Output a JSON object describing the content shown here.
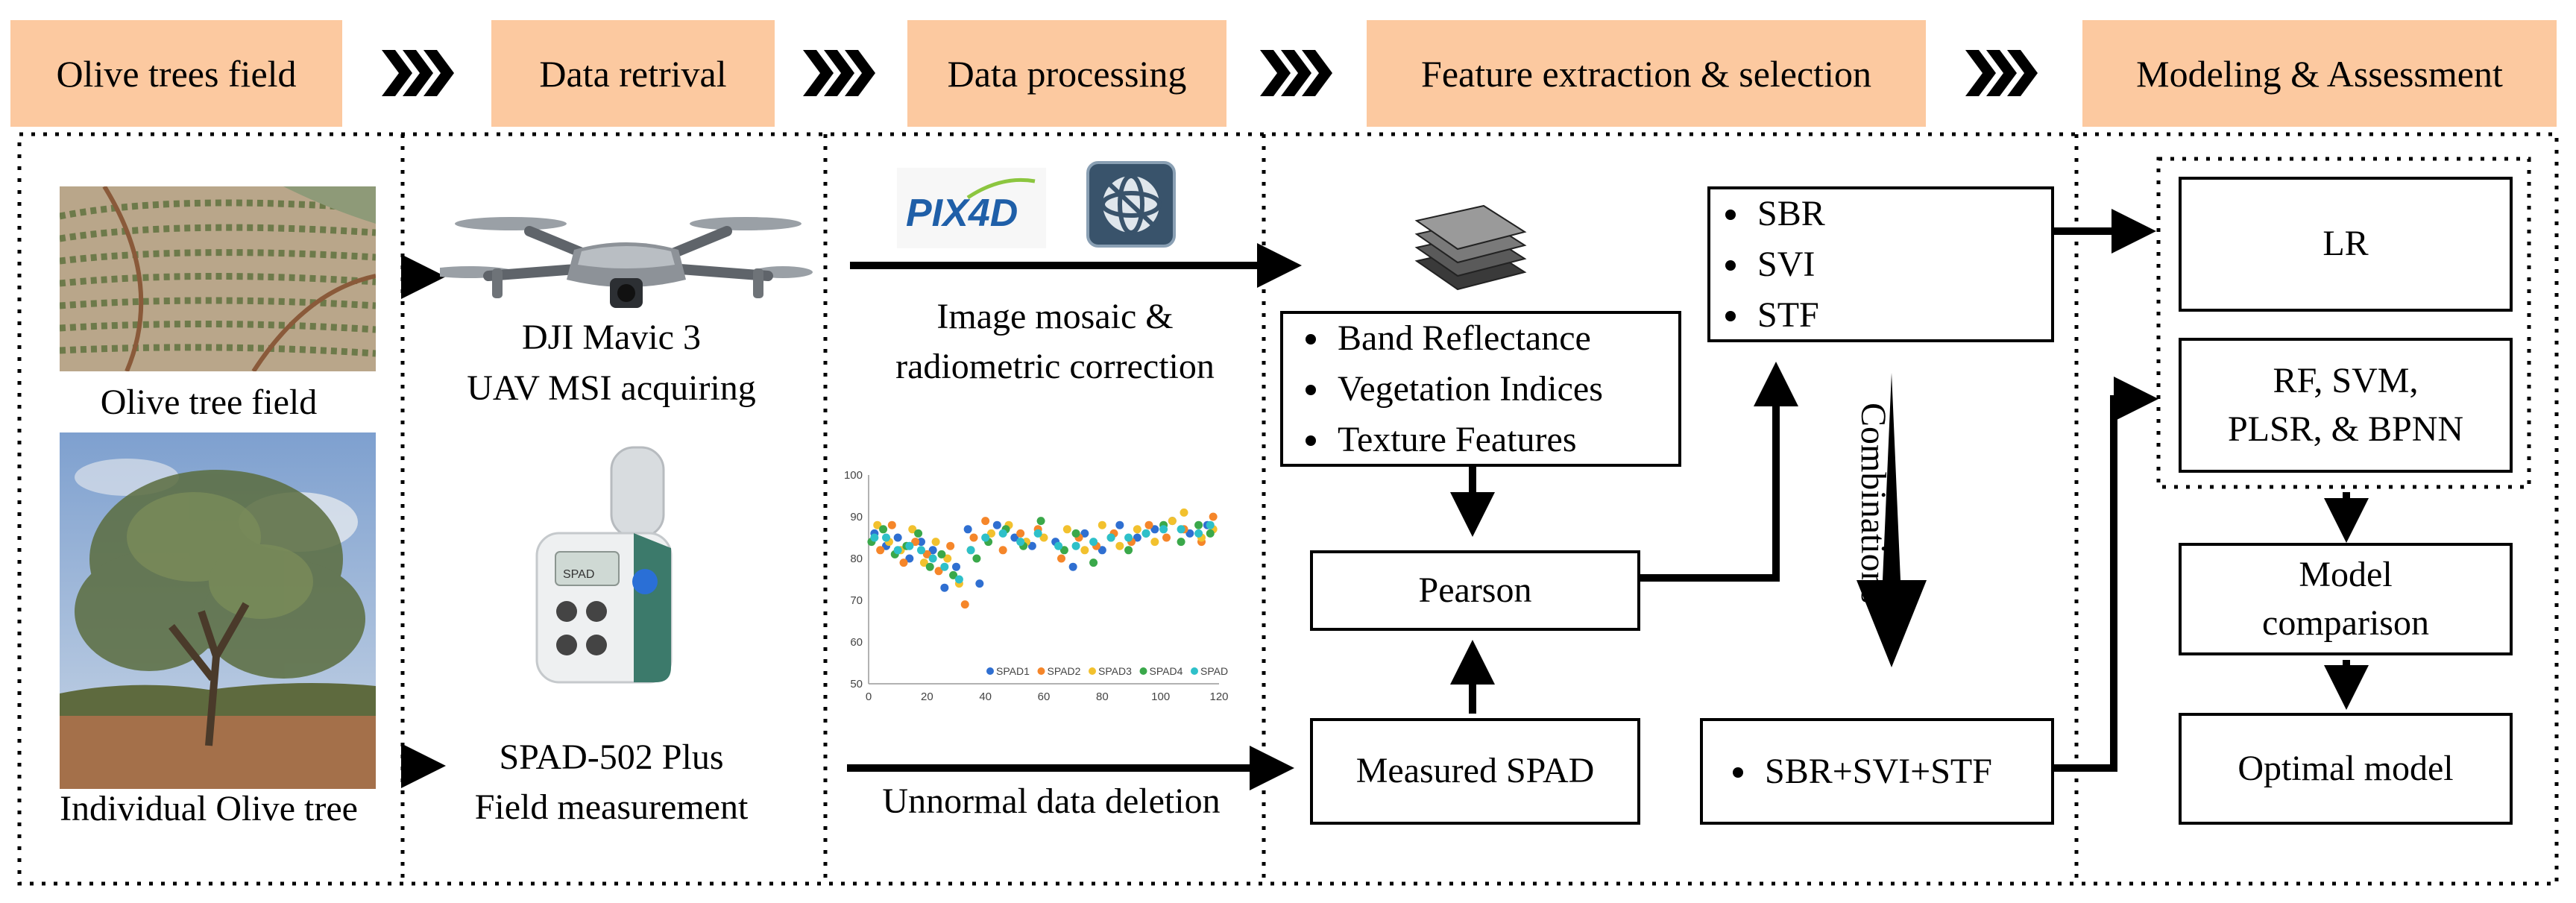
{
  "stages": [
    "Olive trees field",
    "Data retrival",
    "Data processing",
    "Feature extraction & selection",
    "Modeling & Assessment"
  ],
  "field": {
    "aerial_caption": "Olive tree field",
    "tree_caption": "Individual Olive tree"
  },
  "retrieval": {
    "uav_caption_line1": "DJI Mavic 3",
    "uav_caption_line2": "UAV MSI acquiring",
    "spad_caption_line1": "SPAD-502 Plus",
    "spad_caption_line2": "Field measurement",
    "meter_display": "SPAD"
  },
  "processing": {
    "pix4d_logo": "PIX4D",
    "mosaic_line1": "Image mosaic &",
    "mosaic_line2": "radiometric correction",
    "deletion_label": "Unnormal data deletion"
  },
  "features": {
    "feature_list": [
      "Band Reflectance",
      "Vegetation Indices",
      "Texture Features"
    ],
    "selected_list": [
      "SBR",
      "SVI",
      "STF"
    ],
    "pearson": "Pearson",
    "measured_spad": "Measured SPAD",
    "combinations": "Combinations",
    "combined": "SBR+SVI+STF"
  },
  "modeling": {
    "lr": "LR",
    "ml_line1": "RF, SVM,",
    "ml_line2": "PLSR, & BPNN",
    "comparison_line1": "Model",
    "comparison_line2": "comparison",
    "optimal": "Optimal model"
  },
  "colors": {
    "stage_fill": "#fcc9a0",
    "spad_series": [
      "#2f6fd1",
      "#f5862a",
      "#f2c12e",
      "#3aa84a",
      "#2ec0c9"
    ]
  },
  "chart_data": {
    "type": "scatter",
    "x_ticks": [
      "0",
      "20",
      "40",
      "60",
      "80",
      "100",
      "120"
    ],
    "y_ticks": [
      "50",
      "60",
      "70",
      "80",
      "90",
      "100"
    ],
    "xlim": [
      0,
      120
    ],
    "ylim": [
      50,
      100
    ],
    "legend_position": "bottom-right",
    "legend": [
      "SPAD1",
      "SPAD2",
      "SPAD3",
      "SPAD4",
      "SPAD"
    ],
    "series": [
      {
        "name": "SPAD1",
        "values": [
          [
            2,
            86
          ],
          [
            6,
            83
          ],
          [
            10,
            85
          ],
          [
            14,
            80
          ],
          [
            18,
            84
          ],
          [
            22,
            82
          ],
          [
            26,
            73
          ],
          [
            30,
            78
          ],
          [
            34,
            87
          ],
          [
            38,
            74
          ],
          [
            44,
            88
          ],
          [
            50,
            85
          ],
          [
            56,
            83
          ],
          [
            64,
            84
          ],
          [
            70,
            78
          ],
          [
            74,
            86
          ],
          [
            80,
            82
          ],
          [
            86,
            88
          ],
          [
            92,
            85
          ],
          [
            98,
            87
          ],
          [
            104,
            89
          ],
          [
            110,
            86
          ],
          [
            116,
            88
          ]
        ]
      },
      {
        "name": "SPAD2",
        "values": [
          [
            4,
            82
          ],
          [
            8,
            88
          ],
          [
            12,
            79
          ],
          [
            16,
            84
          ],
          [
            20,
            81
          ],
          [
            24,
            77
          ],
          [
            28,
            83
          ],
          [
            33,
            69
          ],
          [
            36,
            85
          ],
          [
            40,
            89
          ],
          [
            46,
            82
          ],
          [
            52,
            86
          ],
          [
            58,
            87
          ],
          [
            66,
            80
          ],
          [
            72,
            85
          ],
          [
            78,
            83
          ],
          [
            84,
            86
          ],
          [
            90,
            84
          ],
          [
            96,
            88
          ],
          [
            102,
            85
          ],
          [
            108,
            87
          ],
          [
            114,
            84
          ],
          [
            118,
            90
          ]
        ]
      },
      {
        "name": "SPAD3",
        "values": [
          [
            3,
            88
          ],
          [
            7,
            84
          ],
          [
            11,
            82
          ],
          [
            15,
            87
          ],
          [
            19,
            79
          ],
          [
            23,
            84
          ],
          [
            27,
            80
          ],
          [
            31,
            74
          ],
          [
            35,
            82
          ],
          [
            42,
            86
          ],
          [
            48,
            88
          ],
          [
            54,
            84
          ],
          [
            60,
            85
          ],
          [
            68,
            87
          ],
          [
            74,
            82
          ],
          [
            80,
            88
          ],
          [
            86,
            83
          ],
          [
            92,
            87
          ],
          [
            98,
            84
          ],
          [
            104,
            89
          ],
          [
            108,
            91
          ],
          [
            114,
            85
          ],
          [
            118,
            87
          ]
        ]
      },
      {
        "name": "SPAD4",
        "values": [
          [
            1,
            84
          ],
          [
            5,
            87
          ],
          [
            9,
            81
          ],
          [
            13,
            83
          ],
          [
            17,
            86
          ],
          [
            21,
            78
          ],
          [
            25,
            81
          ],
          [
            29,
            76
          ],
          [
            37,
            80
          ],
          [
            41,
            84
          ],
          [
            47,
            87
          ],
          [
            53,
            83
          ],
          [
            59,
            89
          ],
          [
            67,
            82
          ],
          [
            71,
            86
          ],
          [
            77,
            79
          ],
          [
            83,
            85
          ],
          [
            89,
            82
          ],
          [
            95,
            86
          ],
          [
            101,
            88
          ],
          [
            107,
            84
          ],
          [
            113,
            88
          ],
          [
            117,
            86
          ]
        ]
      },
      {
        "name": "SPAD",
        "values": [
          [
            2,
            85
          ],
          [
            6,
            85
          ],
          [
            10,
            82
          ],
          [
            14,
            83
          ],
          [
            18,
            82
          ],
          [
            22,
            80
          ],
          [
            26,
            78
          ],
          [
            31,
            75
          ],
          [
            35,
            82
          ],
          [
            40,
            85
          ],
          [
            46,
            86
          ],
          [
            52,
            84
          ],
          [
            58,
            86
          ],
          [
            65,
            83
          ],
          [
            71,
            83
          ],
          [
            77,
            84
          ],
          [
            83,
            85
          ],
          [
            89,
            85
          ],
          [
            95,
            86
          ],
          [
            101,
            87
          ],
          [
            107,
            87
          ],
          [
            113,
            86
          ],
          [
            117,
            88
          ]
        ]
      }
    ]
  }
}
